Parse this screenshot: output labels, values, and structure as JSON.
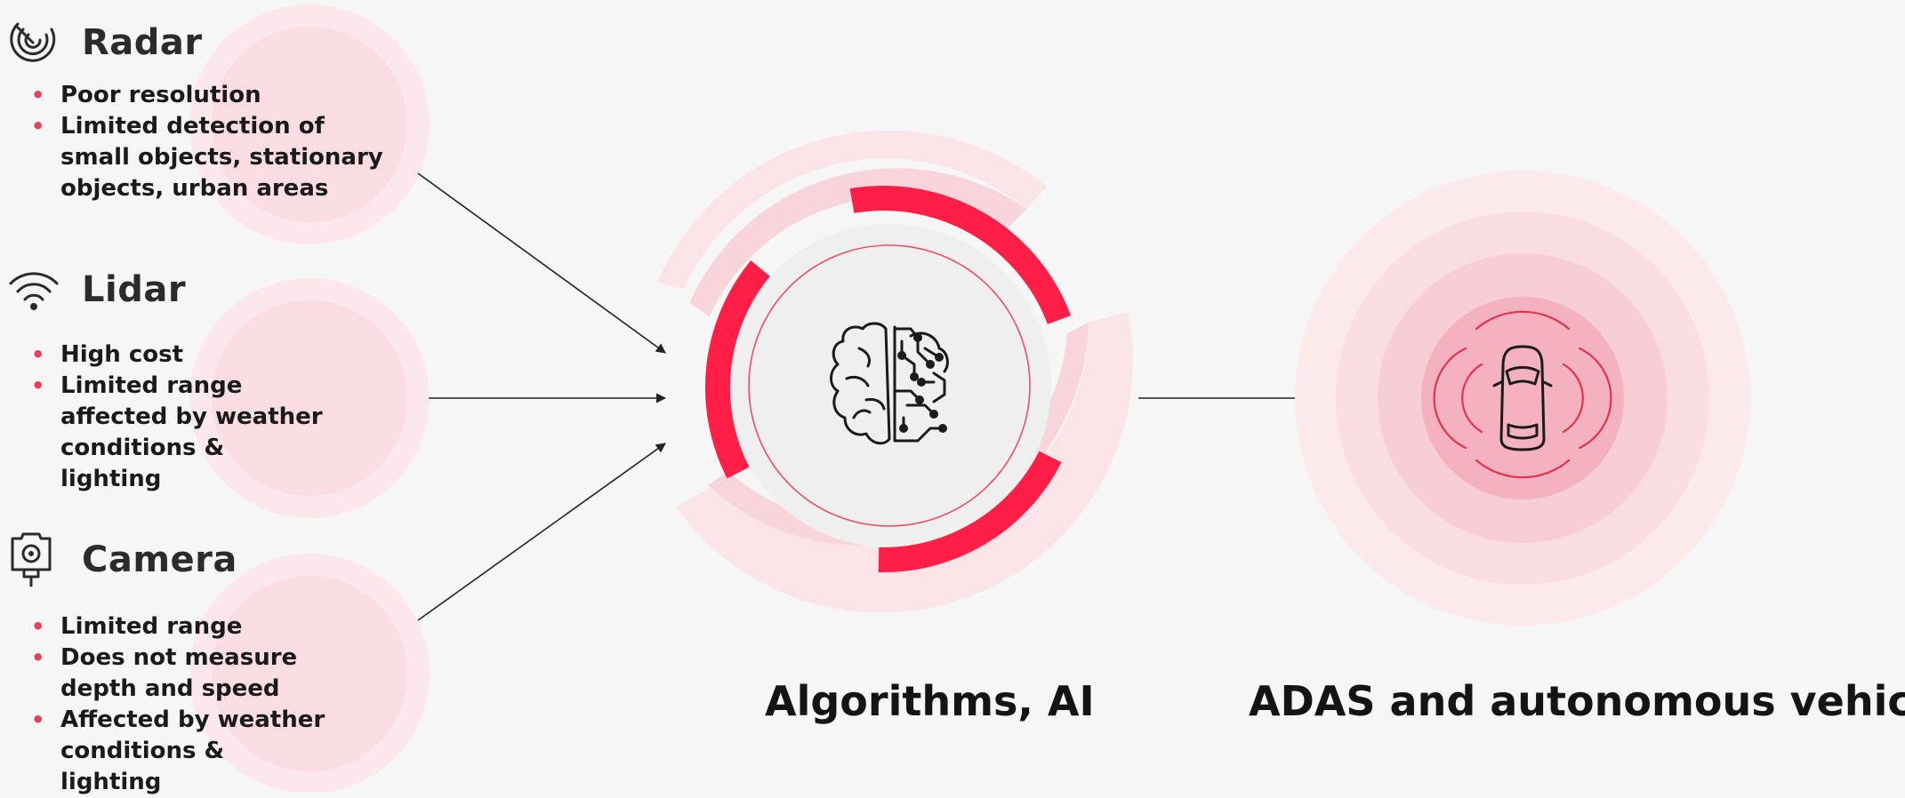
{
  "colors": {
    "background": "#f6f6f6",
    "accent": "#ff1e46",
    "halo_light": "#fbe3e7",
    "halo_mid": "#f8d3da",
    "bullet": "#e8405a",
    "arrow": "#222222"
  },
  "sensors": [
    {
      "title": "Radar",
      "icon": "radar-icon",
      "items": [
        "Poor resolution",
        "Limited detection of small objects, stationary objects, urban areas"
      ]
    },
    {
      "title": "Lidar",
      "icon": "wifi-signal-icon",
      "items": [
        "High cost",
        "Limited range affected by weather conditions & lighting"
      ]
    },
    {
      "title": "Camera",
      "icon": "camera-icon",
      "items": [
        "Limited range",
        "Does not measure depth and speed",
        "Affected by weather conditions & lighting"
      ]
    }
  ],
  "center": {
    "label": "Algorithms, AI",
    "icon": "brain-circuit-icon"
  },
  "output": {
    "label": "ADAS and autonomous vehicles",
    "icon": "car-sensor-icon"
  }
}
